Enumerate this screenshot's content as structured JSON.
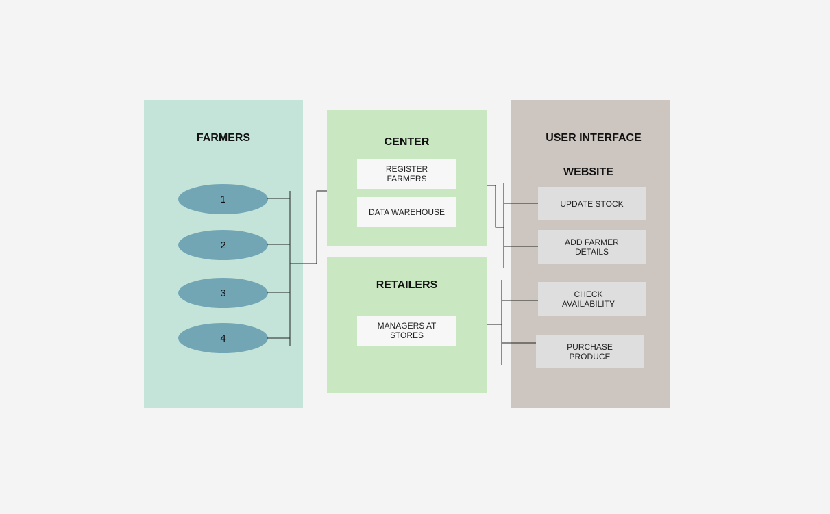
{
  "farmers": {
    "title": "FARMERS",
    "nodes": [
      "1",
      "2",
      "3",
      "4"
    ]
  },
  "center": {
    "title": "CENTER",
    "items": [
      "REGISTER FARMERS",
      "DATA WAREHOUSE"
    ]
  },
  "retailers": {
    "title": "RETAILERS",
    "items": [
      "MANAGERS AT STORES"
    ]
  },
  "user_interface": {
    "title": "USER INTERFACE",
    "subtitle": "WEBSITE",
    "items": [
      "UPDATE STOCK",
      "ADD FARMER DETAILS",
      "CHECK AVAILABILITY",
      "PURCHASE PRODUCE"
    ]
  },
  "colors": {
    "background": "#f4f4f4",
    "farmers_panel": "#c4e4da",
    "center_panel": "#c9e8c2",
    "retailers_panel": "#c9e8c2",
    "ui_panel": "#cdc5bf",
    "ellipse": "#72a6b5",
    "connector": "#222222"
  }
}
